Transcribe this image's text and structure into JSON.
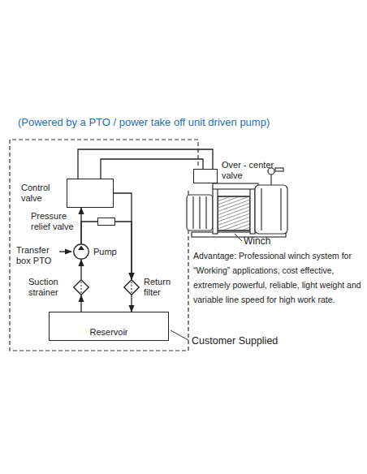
{
  "diagram": {
    "title": "(Powered by a PTO / power take off unit driven pump)",
    "nodes": [
      {
        "text": [
          "Over - center valve"
        ]
      },
      {
        "text": [
          "Control valve"
        ]
      },
      {
        "text": [
          "Pressure relief valve"
        ]
      },
      {
        "text": [
          "Pump"
        ]
      },
      {
        "text": [
          "Suction strainer"
        ]
      },
      {
        "text": [
          "Return filter"
        ]
      },
      {
        "text": [
          "Reservoir"
        ]
      }
    ],
    "edges": [
      {
        "from": 6,
        "to": 4,
        "arrow": "to"
      },
      {
        "from": 4,
        "to": 3,
        "arrow": "to"
      },
      {
        "from": 3,
        "to": 1,
        "arrow": "to"
      },
      {
        "from": 3,
        "to": 2,
        "arrow": "none"
      },
      {
        "from": 2,
        "to": 5,
        "arrow": "to"
      },
      {
        "from": 1,
        "to": 5,
        "arrow": "to"
      },
      {
        "from": 5,
        "to": 6,
        "arrow": "to"
      },
      {
        "from": 1,
        "to": 0,
        "arrow": "none"
      },
      {
        "from": 1,
        "to": 0,
        "arrow": "none"
      }
    ],
    "labels": [
      "Transfer box PTO",
      "Winch",
      "Advantage: Professional winch system for “Working” applications, cost effective, extremely powerful, reliable, light weight and variable line speed for high work rate.",
      "Customer Supplied"
    ]
  }
}
